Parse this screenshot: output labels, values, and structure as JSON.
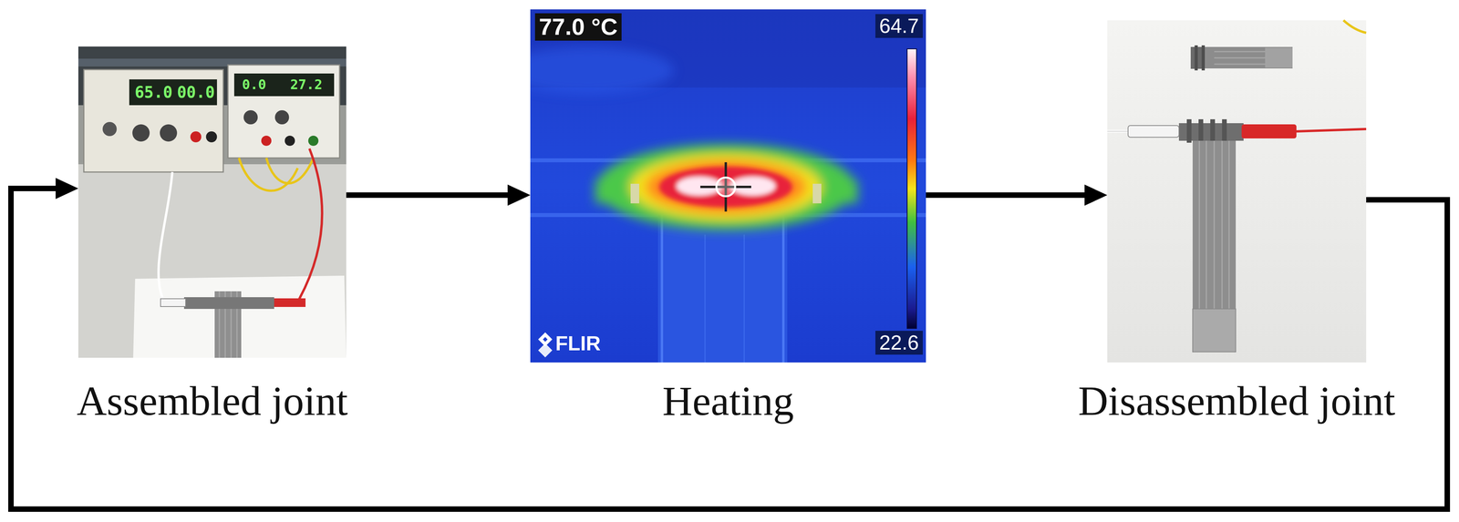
{
  "diagram": {
    "nodes": [
      {
        "text": [
          "Assembled joint"
        ]
      },
      {
        "text": [
          "Heating"
        ]
      },
      {
        "text": [
          "Disassembled joint"
        ]
      }
    ],
    "edges": [
      {
        "from": 0,
        "to": 1,
        "arrow": "to"
      },
      {
        "from": 1,
        "to": 2,
        "arrow": "to"
      },
      {
        "from": 2,
        "to": 0,
        "arrow": "to"
      }
    ],
    "labels": [
      "65.0",
      "00.0",
      "0.0",
      "27.2",
      "77.0 °C",
      "64.7",
      "22.6",
      "FLIR"
    ]
  }
}
